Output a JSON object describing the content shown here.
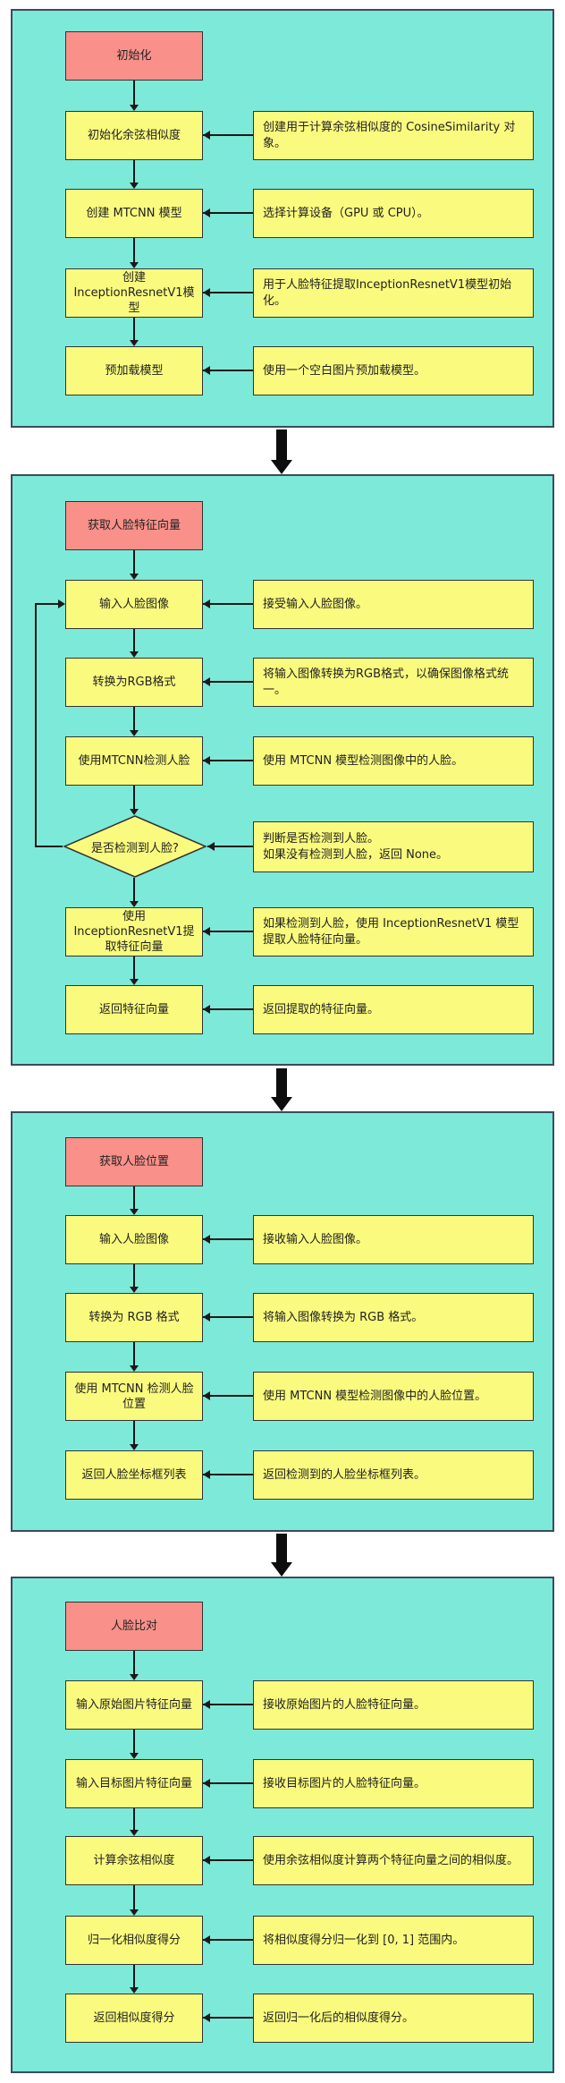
{
  "colors": {
    "panel_bg": "#7DE9D9",
    "panel_border": "#3A4C5B",
    "start_fill": "#F9908A",
    "node_fill": "#FAFA7E",
    "node_border": "#333333",
    "line": "#1A1A1A",
    "connector": "#0D0D0D",
    "ink": "#222222"
  },
  "panels": [
    {
      "title": "初始化",
      "steps": [
        {
          "label": "初始化余弦相似度",
          "note": "创建用于计算余弦相似度的 CosineSimilarity 对象。"
        },
        {
          "label": "创建 MTCNN 模型",
          "note": "选择计算设备（GPU 或 CPU）。"
        },
        {
          "label": "创建InceptionResnetV1模型",
          "note": "用于人脸特征提取InceptionResnetV1模型初始化。"
        },
        {
          "label": "预加载模型",
          "note": "使用一个空白图片预加载模型。"
        }
      ]
    },
    {
      "title": "获取人脸特征向量",
      "steps": [
        {
          "label": "输入人脸图像",
          "note": "接受输入人脸图像。"
        },
        {
          "label": "转换为RGB格式",
          "note": "将输入图像转换为RGB格式，以确保图像格式统一。"
        },
        {
          "label": "使用MTCNN检测人脸",
          "note": "使用 MTCNN 模型检测图像中的人脸。"
        },
        {
          "label": "是否检测到人脸?",
          "shape": "diamond",
          "note": "判断是否检测到人脸。\n如果没有检测到人脸，返回 None。"
        },
        {
          "label": "使用InceptionResnetV1提取特征向量",
          "note": "如果检测到人脸，使用 InceptionResnetV1 模型提取人脸特征向量。"
        },
        {
          "label": "返回特征向量",
          "note": "返回提取的特征向量。"
        }
      ]
    },
    {
      "title": "获取人脸位置",
      "steps": [
        {
          "label": "输入人脸图像",
          "note": "接收输入人脸图像。"
        },
        {
          "label": "转换为 RGB 格式",
          "note": "将输入图像转换为 RGB 格式。"
        },
        {
          "label": "使用 MTCNN 检测人脸位置",
          "note": "使用 MTCNN 模型检测图像中的人脸位置。"
        },
        {
          "label": "返回人脸坐标框列表",
          "note": "返回检测到的人脸坐标框列表。"
        }
      ]
    },
    {
      "title": "人脸比对",
      "steps": [
        {
          "label": "输入原始图片特征向量",
          "note": "接收原始图片的人脸特征向量。"
        },
        {
          "label": "输入目标图片特征向量",
          "note": "接收目标图片的人脸特征向量。"
        },
        {
          "label": "计算余弦相似度",
          "note": "使用余弦相似度计算两个特征向量之间的相似度。"
        },
        {
          "label": "归一化相似度得分",
          "note": "将相似度得分归一化到 [0, 1] 范围内。"
        },
        {
          "label": "返回相似度得分",
          "note": "返回归一化后的相似度得分。"
        }
      ]
    }
  ]
}
